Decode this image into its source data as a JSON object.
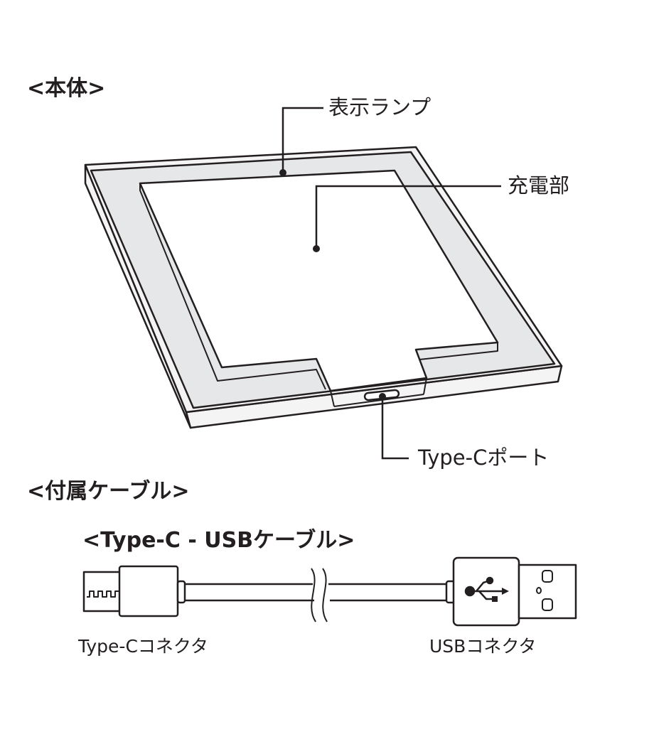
{
  "sections": {
    "body_heading": "<本体>",
    "accessory_heading": "<付属ケーブル>",
    "cable_heading": "<Type-C - USBケーブル>"
  },
  "callouts": {
    "indicator_lamp": "表示ランプ",
    "charging_area": "充電部",
    "type_c_port": "Type-Cポート"
  },
  "cable_labels": {
    "type_c_connector": "Type-Cコネクタ",
    "usb_connector": "USBコネクタ"
  },
  "colors": {
    "line": "#231f20",
    "frame_gray": "#e6e7e8",
    "body_light": "#f4f4f4"
  }
}
